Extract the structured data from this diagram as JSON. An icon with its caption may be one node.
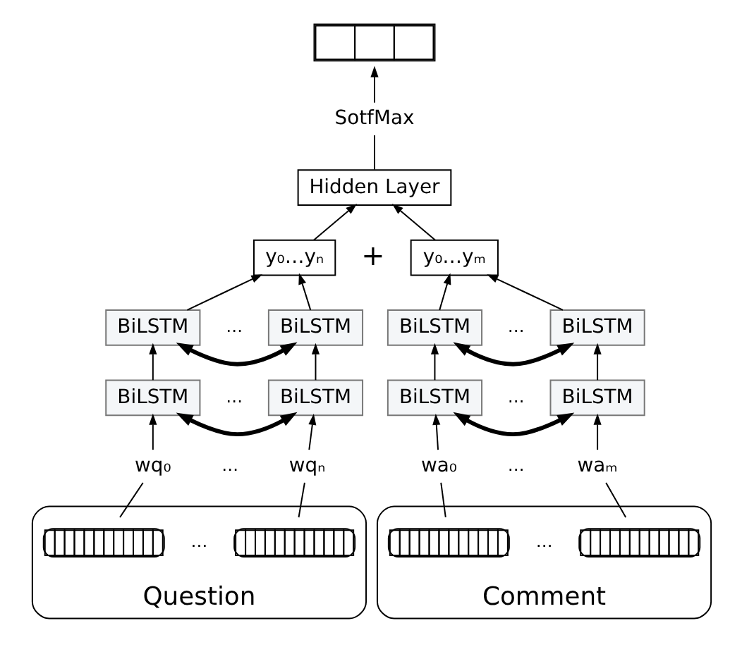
{
  "diagram": {
    "nodes": [
      {
        "text": [],
        "shape": "box"
      },
      {
        "text": [
          "SotfMax"
        ]
      },
      {
        "text": [
          "Hidden Layer"
        ]
      },
      {
        "text": [
          "y₀…yₙ"
        ]
      },
      {
        "text": [
          "y₀…yₘ"
        ]
      },
      {
        "text": [
          "BiLSTM"
        ]
      },
      {
        "text": [
          "BiLSTM"
        ]
      },
      {
        "text": [
          "BiLSTM"
        ]
      },
      {
        "text": [
          "BiLSTM"
        ]
      },
      {
        "text": [
          "BiLSTM"
        ]
      },
      {
        "text": [
          "BiLSTM"
        ]
      },
      {
        "text": [
          "BiLSTM"
        ]
      },
      {
        "text": [
          "BiLSTM"
        ]
      },
      {
        "text": [
          "wq₀"
        ]
      },
      {
        "text": [
          "wqₙ"
        ]
      },
      {
        "text": [
          "wa₀"
        ]
      },
      {
        "text": [
          "waₘ"
        ]
      },
      {
        "text": [
          "Question"
        ]
      },
      {
        "text": [],
        "shape": "bar",
        "in": 17
      },
      {
        "text": [],
        "shape": "bar",
        "in": 17
      },
      {
        "text": [
          "Comment"
        ]
      },
      {
        "text": [],
        "shape": "bar",
        "in": 20
      },
      {
        "text": [],
        "shape": "bar",
        "in": 20
      }
    ],
    "edges": [
      {
        "from": 1,
        "to": 0,
        "arrow": "to"
      },
      {
        "from": 2,
        "to": 1,
        "arrow": "none"
      },
      {
        "from": 3,
        "to": 2,
        "arrow": "to"
      },
      {
        "from": 4,
        "to": 2,
        "arrow": "to"
      },
      {
        "from": 5,
        "to": 3,
        "arrow": "to"
      },
      {
        "from": 6,
        "to": 3,
        "arrow": "to"
      },
      {
        "from": 7,
        "to": 4,
        "arrow": "to"
      },
      {
        "from": 8,
        "to": 4,
        "arrow": "to"
      },
      {
        "from": 5,
        "to": 6,
        "arrow": "both",
        "style": "thick"
      },
      {
        "from": 7,
        "to": 8,
        "arrow": "both",
        "style": "thick"
      },
      {
        "from": 9,
        "to": 5,
        "arrow": "to"
      },
      {
        "from": 10,
        "to": 6,
        "arrow": "to"
      },
      {
        "from": 11,
        "to": 7,
        "arrow": "to"
      },
      {
        "from": 12,
        "to": 8,
        "arrow": "to"
      },
      {
        "from": 9,
        "to": 10,
        "arrow": "both",
        "style": "thick"
      },
      {
        "from": 11,
        "to": 12,
        "arrow": "both",
        "style": "thick"
      },
      {
        "from": 13,
        "to": 9,
        "arrow": "to"
      },
      {
        "from": 14,
        "to": 10,
        "arrow": "to"
      },
      {
        "from": 15,
        "to": 11,
        "arrow": "to"
      },
      {
        "from": 16,
        "to": 12,
        "arrow": "to"
      },
      {
        "from": 18,
        "to": 13,
        "arrow": "none"
      },
      {
        "from": 19,
        "to": 14,
        "arrow": "none"
      },
      {
        "from": 21,
        "to": 15,
        "arrow": "none"
      },
      {
        "from": 22,
        "to": 16,
        "arrow": "none"
      }
    ],
    "labels": [
      "+",
      "…",
      "…",
      "…",
      "…",
      "…",
      "…",
      "…",
      "…"
    ]
  }
}
